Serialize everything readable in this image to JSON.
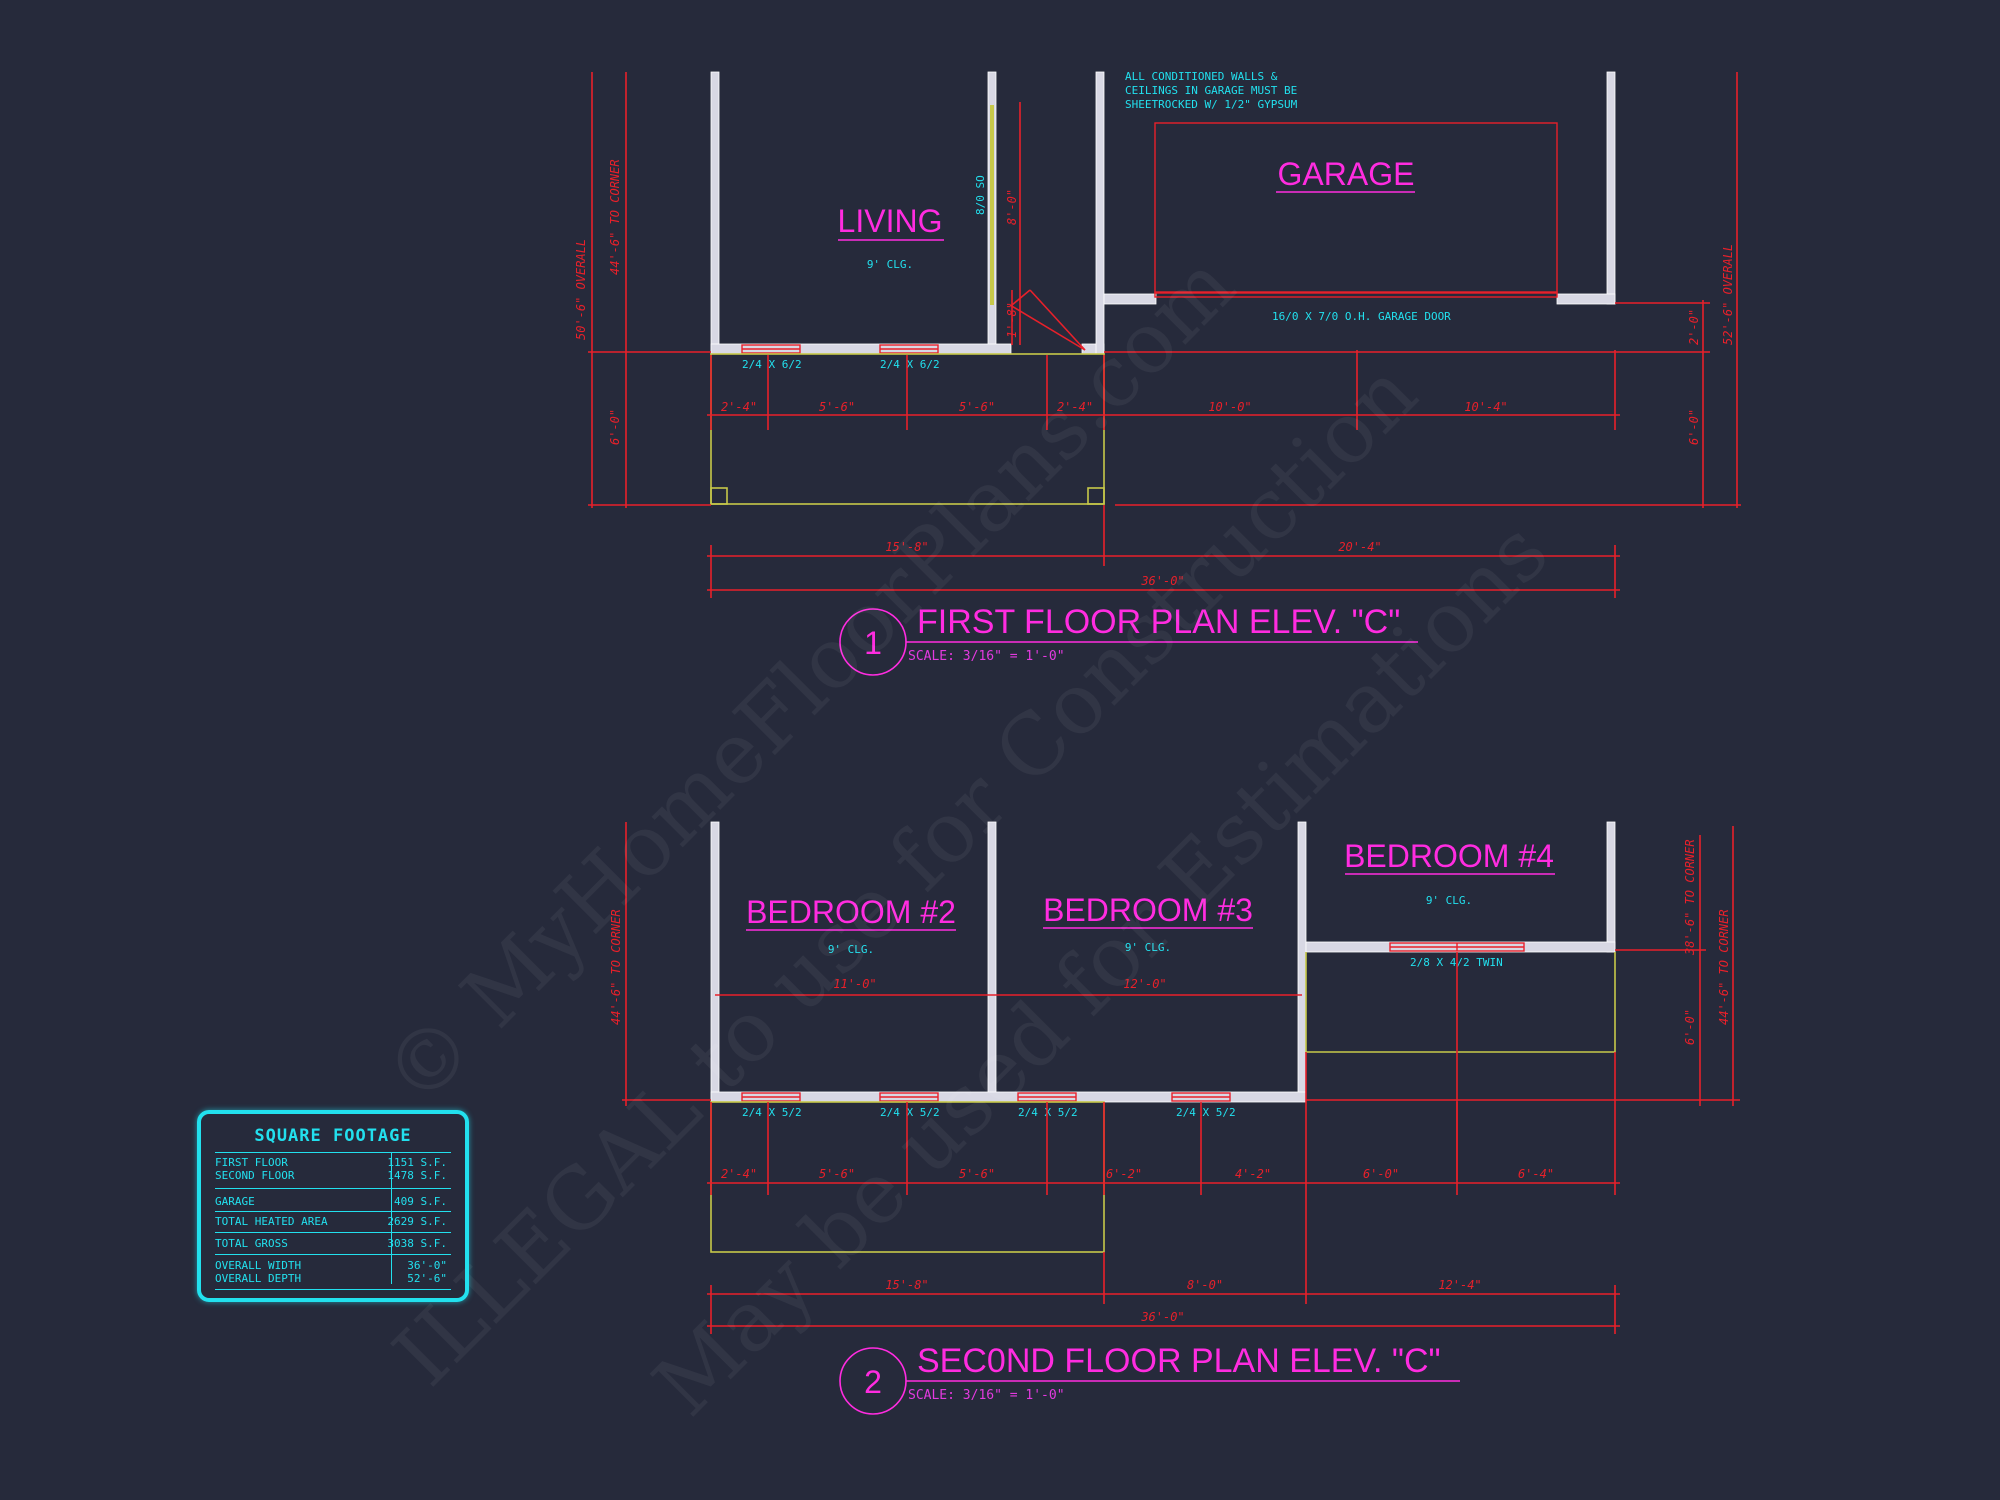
{
  "colors": {
    "background": "#262a3b",
    "wall": "#d8d8e4",
    "dimension": "#e8202a",
    "room_label": "#ff2ce0",
    "note": "#22e0ee",
    "outline": "#c7c94a",
    "window": "#e8202a"
  },
  "first_floor": {
    "title": "FIRST FLOOR PLAN ELEV. \"C\"",
    "number": "1",
    "scale": "SCALE: 3/16\" = 1'-0\"",
    "rooms": {
      "living": {
        "label": "LIVING",
        "ceiling": "9' CLG."
      },
      "garage": {
        "label": "GARAGE"
      }
    },
    "garage_note": [
      "ALL CONDITIONED WALLS &",
      "CEILINGS IN GARAGE MUST BE",
      "SHEETROCKED W/ 1/2\" GYPSUM"
    ],
    "garage_door": "16/0 X 7/0 O.H. GARAGE DOOR",
    "windows": [
      "2/4 X 6/2",
      "2/4 X 6/2"
    ],
    "door_so": "8/0 SO",
    "dims": {
      "segments": [
        "2'-4\"",
        "5'-6\"",
        "5'-6\"",
        "2'-4\"",
        "10'-0\"",
        "10'-4\""
      ],
      "width_left": "15'-8\"",
      "width_right": "20'-4\"",
      "overall": "36'-0\"",
      "left_outer": "50'-6\" OVERALL",
      "left_inner": "44'-6\" TO CORNER",
      "left_bottom": "6'-0\"",
      "right_outer": "52'-6\" OVERALL",
      "right_upper": "2'-0\"",
      "right_lower": "6'-0\"",
      "door_height": "8'-0\"",
      "door_small": "1'-8\""
    }
  },
  "second_floor": {
    "title": "SEC0ND FLOOR PLAN ELEV. \"C\"",
    "number": "2",
    "scale": "SCALE: 3/16\" = 1'-0\"",
    "rooms": {
      "bedroom2": {
        "label": "BEDROOM #2",
        "ceiling": "9' CLG.",
        "width": "11'-0\""
      },
      "bedroom3": {
        "label": "BEDROOM #3",
        "ceiling": "9' CLG.",
        "width": "12'-0\""
      },
      "bedroom4": {
        "label": "BEDROOM #4",
        "ceiling": "9' CLG."
      }
    },
    "windows": [
      "2/4 X 5/2",
      "2/4 X 5/2",
      "2/4 X 5/2",
      "2/4 X 5/2"
    ],
    "twin_window": "2/8 X 4/2 TWIN",
    "dims": {
      "segments": [
        "2'-4\"",
        "5'-6\"",
        "5'-6\"",
        "6'-2\"",
        "4'-2\"",
        "6'-0\"",
        "6'-4\""
      ],
      "width_parts": [
        "15'-8\"",
        "8'-0\"",
        "12'-4\""
      ],
      "overall": "36'-0\"",
      "left_inner": "44'-6\" TO CORNER",
      "right_upper": "38'-6\" TO CORNER",
      "right_lower": "6'-0\"",
      "right_outer": "44'-6\" TO CORNER"
    }
  },
  "square_footage": {
    "title": "SQUARE FOOTAGE",
    "rows": [
      {
        "label": "FIRST FLOOR",
        "value": "1151 S.F."
      },
      {
        "label": "SECOND FLOOR",
        "value": "1478 S.F."
      },
      {
        "label": "GARAGE",
        "value": "409 S.F."
      },
      {
        "label": "TOTAL HEATED AREA",
        "value": "2629 S.F."
      },
      {
        "label": "TOTAL GROSS",
        "value": "3038 S.F."
      },
      {
        "label": "OVERALL WIDTH",
        "value": "36'-0\""
      },
      {
        "label": "OVERALL DEPTH",
        "value": "52'-6\""
      }
    ]
  },
  "watermark": {
    "line1": "© MyHomeFloorPlans.com",
    "line2": "ILLEGAL to use for Construction",
    "line3": "May be used for Estimations"
  }
}
